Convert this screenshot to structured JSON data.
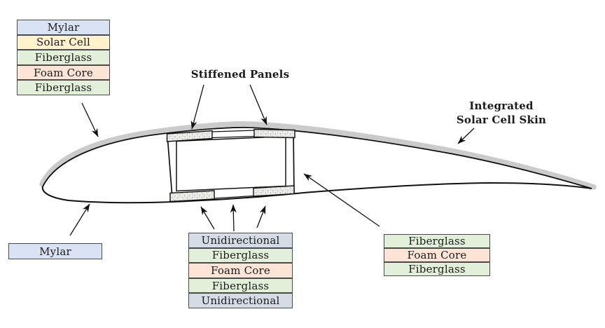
{
  "diagram": {
    "annotations": {
      "stiffened_panels": "Stiffened Panels",
      "integrated_solar_line1": "Integrated",
      "integrated_solar_line2": "Solar Cell Skin"
    },
    "upper_skin_stack": {
      "layers": [
        {
          "label": "Mylar",
          "color": "#dae3f3"
        },
        {
          "label": "Solar Cell",
          "color": "#fff2cc"
        },
        {
          "label": "Fiberglass",
          "color": "#e2efd9"
        },
        {
          "label": "Foam Core",
          "color": "#fce4d6"
        },
        {
          "label": "Fiberglass",
          "color": "#e2efd9"
        }
      ]
    },
    "lower_spar_stack": {
      "layers": [
        {
          "label": "Unidirectional",
          "color": "#d6dce5"
        },
        {
          "label": "Fiberglass",
          "color": "#e2efd9"
        },
        {
          "label": "Foam Core",
          "color": "#fce4d6"
        },
        {
          "label": "Fiberglass",
          "color": "#e2efd9"
        },
        {
          "label": "Unidirectional",
          "color": "#d6dce5"
        }
      ]
    },
    "aft_sandwich_stack": {
      "layers": [
        {
          "label": "Fiberglass",
          "color": "#e2efd9"
        },
        {
          "label": "Foam Core",
          "color": "#fce4d6"
        },
        {
          "label": "Fiberglass",
          "color": "#e2efd9"
        }
      ]
    },
    "lower_skin_label": {
      "label": "Mylar",
      "color": "#dae3f3"
    },
    "colors": {
      "skin_band": "#cbcbcb",
      "outline": "#111111",
      "panel_fill": "#ededea",
      "panel_dot": "#b3b3aa"
    }
  }
}
